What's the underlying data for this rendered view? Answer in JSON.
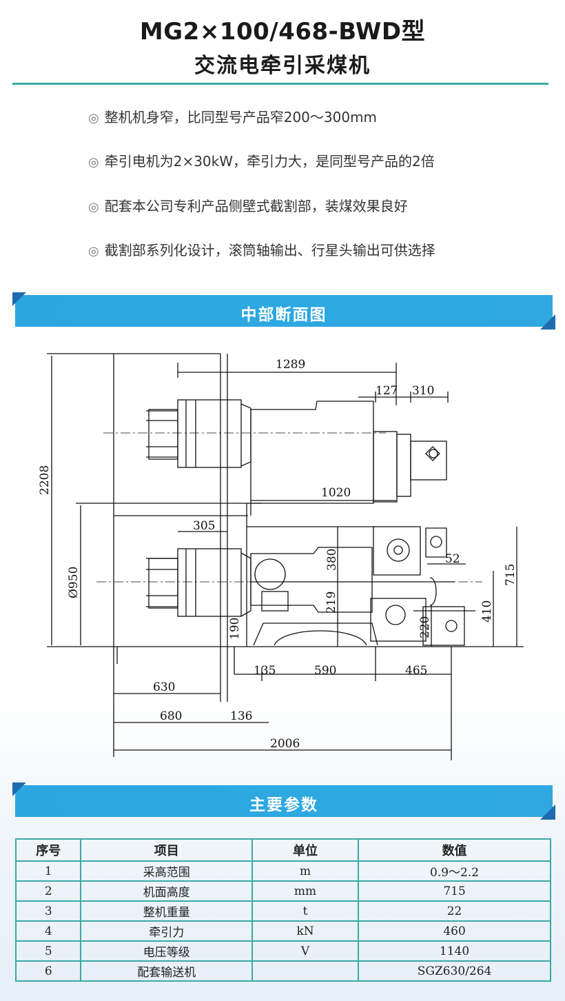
{
  "header": {
    "model": "MG2×100/468-BWD型",
    "subtitle": "交流电牵引采煤机"
  },
  "features": {
    "bullet": "◎",
    "items": [
      "整机机身窄，比同型号产品窄200～300mm",
      "牵引电机为2×30kW，牵引力大，是同型号产品的2倍",
      "配套本公司专利产品侧壁式截割部，装煤效果良好",
      "截割部系列化设计，滚筒轴输出、行星头输出可供选择"
    ]
  },
  "section_drawing": {
    "title": "中部断面图",
    "dimensions": {
      "d1289": "1289",
      "d127": "127",
      "d310": "310",
      "d2208": "2208",
      "d1020": "1020",
      "d305": "305",
      "d380": "380",
      "d52": "52",
      "d715": "715",
      "d950": "Ø950",
      "d219": "219",
      "d220": "220",
      "d410": "410",
      "d190": "190",
      "d135": "135",
      "d590": "590",
      "d465": "465",
      "d630": "630",
      "d680": "680",
      "d136": "136",
      "d2006": "2006"
    }
  },
  "section_params": {
    "title": "主要参数",
    "headers": [
      "序号",
      "项目",
      "单位",
      "数值"
    ],
    "rows": [
      [
        "1",
        "采高范围",
        "m",
        "0.9～2.2"
      ],
      [
        "2",
        "机面高度",
        "mm",
        "715"
      ],
      [
        "3",
        "整机重量",
        "t",
        "22"
      ],
      [
        "4",
        "牵引力",
        "kN",
        "460"
      ],
      [
        "5",
        "电压等级",
        "V",
        "1140"
      ],
      [
        "6",
        "配套输送机",
        "",
        "SGZ630/264"
      ]
    ]
  },
  "colors": {
    "accent_teal": "#3aa9a6",
    "banner_blue": "#2ba7e0",
    "banner_corner": "#1f6bb0"
  }
}
